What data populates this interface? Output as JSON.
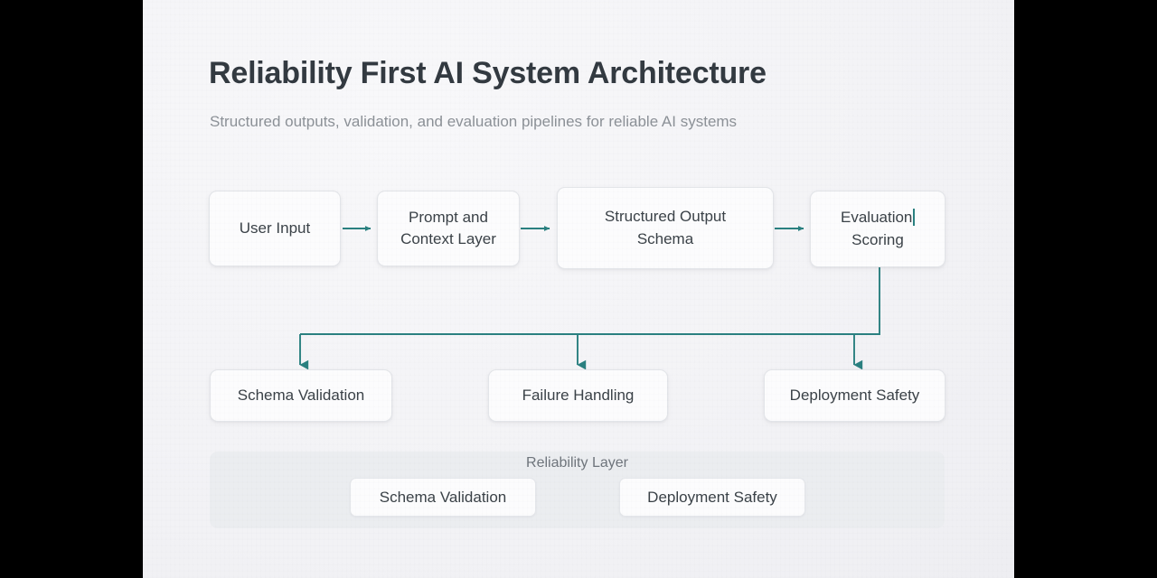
{
  "slide": {
    "title": "Reliability First AI System Architecture",
    "subtitle": "Structured outputs, validation, and evaluation pipelines for reliable AI systems",
    "accent_color": "#2a8080",
    "canvas_background": "#f4f4f6",
    "letterbox_color": "#000000",
    "title_color": "#333a41",
    "subtitle_color": "#8c9197"
  },
  "pipeline": {
    "nodes": [
      {
        "id": "user-input",
        "line1": "User Input",
        "line2": ""
      },
      {
        "id": "prompt-context",
        "line1": "Prompt and",
        "line2": "Context Layer"
      },
      {
        "id": "structured-output",
        "line1": "Structured Output",
        "line2": "Schema"
      },
      {
        "id": "evaluation",
        "line1": "Evaluation",
        "line2": "Scoring"
      }
    ]
  },
  "branches": {
    "nodes": [
      {
        "id": "schema-validation",
        "label": "Schema Validation"
      },
      {
        "id": "failure-handling",
        "label": "Failure Handling"
      },
      {
        "id": "deployment-safety",
        "label": "Deployment Safety"
      }
    ]
  },
  "reliability_layer": {
    "title": "Reliability Layer",
    "background": "#ebedf0",
    "chips": [
      {
        "id": "chip-schema-validation",
        "label": "Schema Validation"
      },
      {
        "id": "chip-deployment-safety",
        "label": "Deployment Safety"
      }
    ]
  }
}
